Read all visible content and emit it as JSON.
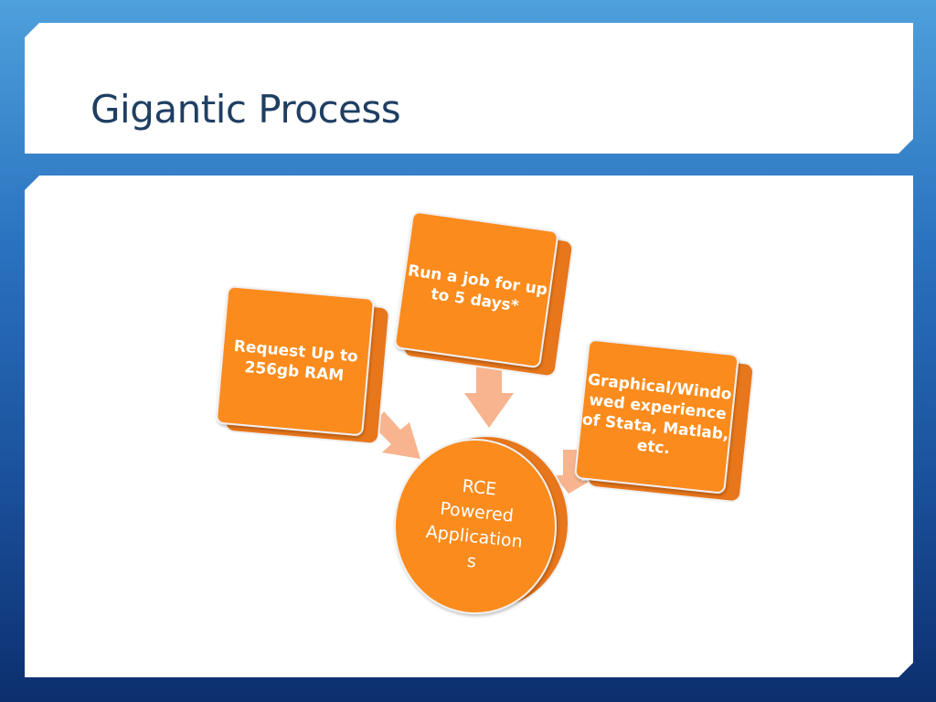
{
  "slide": {
    "title": "Gigantic Process"
  },
  "diagram": {
    "center": {
      "lines": [
        "RCE",
        "Powered",
        "Application",
        "s"
      ]
    },
    "boxes": [
      {
        "id": "left",
        "lines": [
          "Request Up to",
          "256gb RAM"
        ]
      },
      {
        "id": "top",
        "lines": [
          "Run a job for up",
          "to 5 days*"
        ]
      },
      {
        "id": "right",
        "lines": [
          "Graphical/Windo",
          "wed experience",
          "of Stata, Matlab,",
          "etc."
        ]
      }
    ],
    "colors": {
      "box_fill": "#fb8b1e",
      "box_side": "#e8761a",
      "arrow_fill": "#f7b48e",
      "text": "#ffffff"
    }
  }
}
